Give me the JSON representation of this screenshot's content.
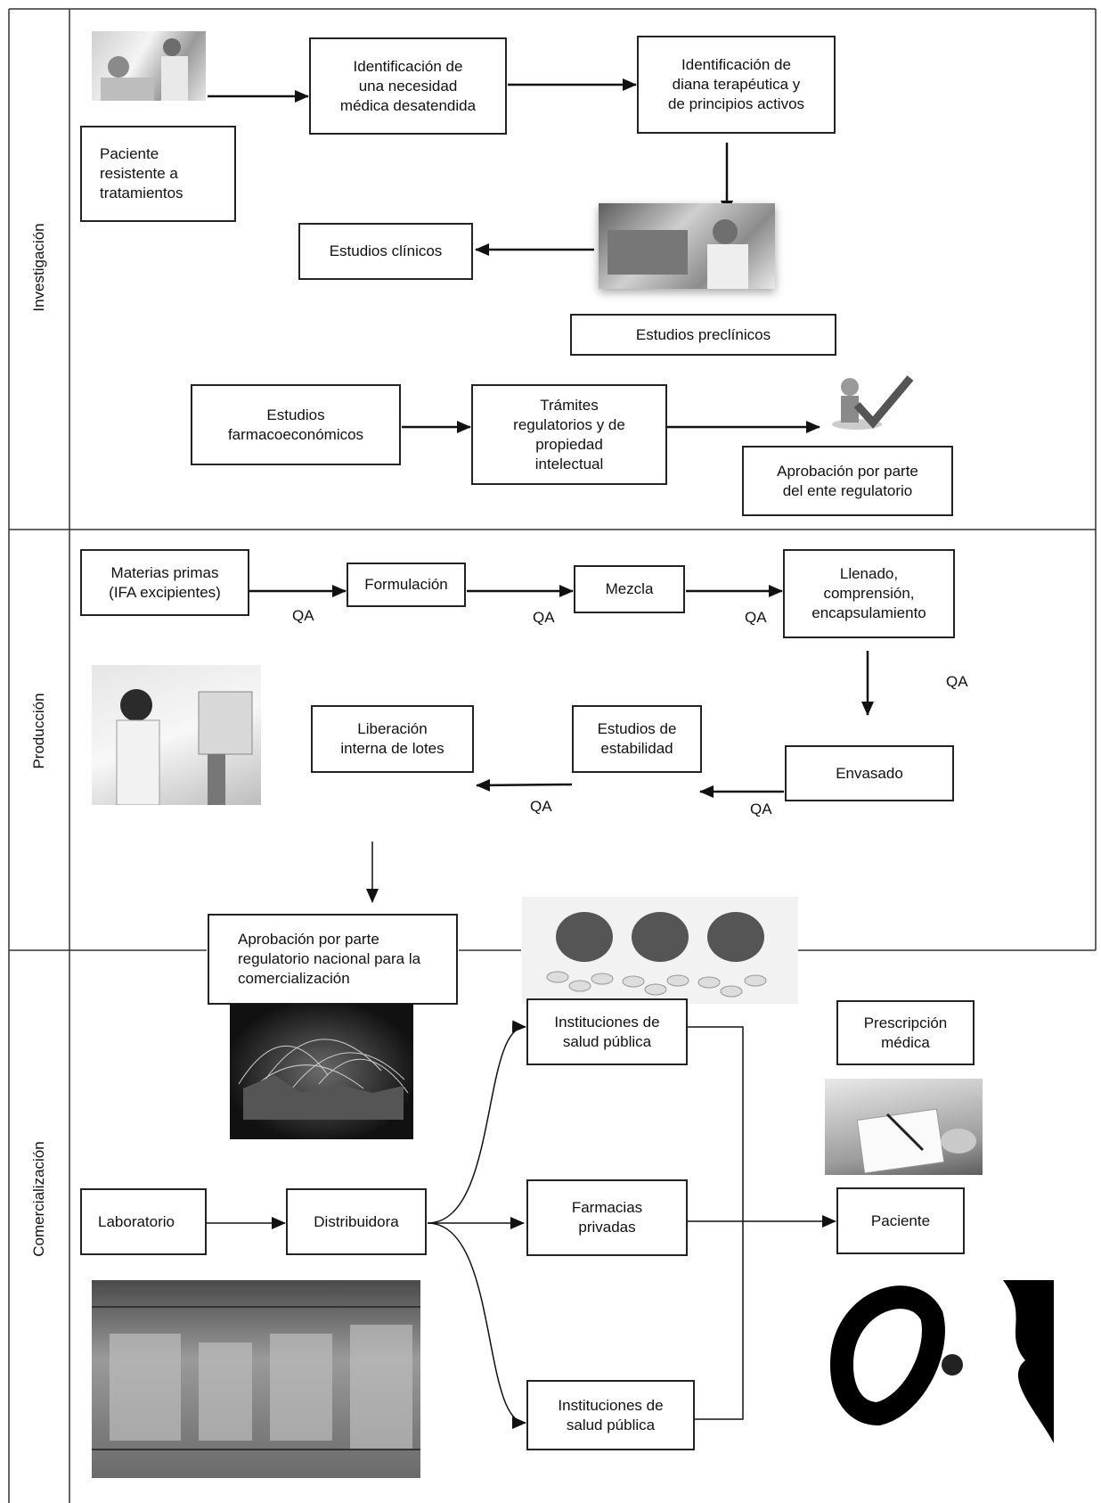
{
  "sections": {
    "investigacion": "Investigación",
    "produccion": "Producción",
    "comercializacion": "Comercialización"
  },
  "investigacion": {
    "paciente_resistente": "Paciente\nresistente a\ntratamientos",
    "necesidad": "Identificación de\nuna necesidad\nmédica desatendida",
    "diana": "Identificación de\ndiana terapéutica y\nde principios activos",
    "clinicos": "Estudios clínicos",
    "preclinicos": "Estudios preclínicos",
    "farmaco": "Estudios\nfarmacoeconómicos",
    "tramites": "Trámites\nregulatorios y de\npropiedad\nintelectual",
    "aprobacion": "Aprobación por parte\ndel ente regulatorio"
  },
  "produccion": {
    "materias": "Materias primas\n(IFA excipientes)",
    "formulacion": "Formulación",
    "mezcla": "Mezcla",
    "llenado": "Llenado,\ncomprensión,\nencapsulamiento",
    "envasado": "Envasado",
    "estabilidad": "Estudios de\nestabilidad",
    "liberacion": "Liberación\ninterna de lotes",
    "qa": "QA"
  },
  "comercializacion": {
    "aprobacion_nacional": "Aprobación por parte\nregulatorio nacional para la\ncomercialización",
    "inst_salud_1": "Instituciones de\nsalud pública",
    "farmacias": "Farmacias\nprivadas",
    "inst_salud_2": "Instituciones de\nsalud pública",
    "prescripcion": "Prescripción\nmédica",
    "laboratorio": "Laboratorio",
    "distribuidora": "Distribuidora",
    "paciente": "Paciente"
  }
}
